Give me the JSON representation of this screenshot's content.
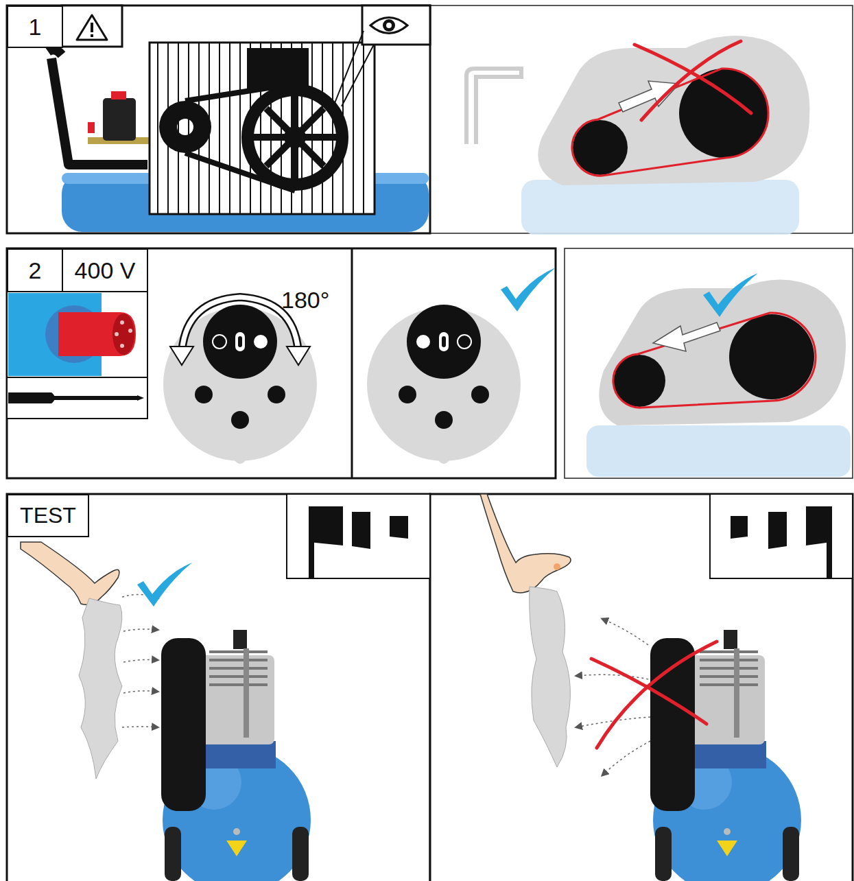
{
  "diagram": {
    "nodes": [
      {
        "text": [
          "1"
        ]
      },
      {
        "text": [
          "2"
        ]
      },
      {
        "text": [
          "400 V"
        ]
      },
      {
        "text": [
          "TEST"
        ]
      }
    ],
    "labels": [
      "180°"
    ]
  }
}
